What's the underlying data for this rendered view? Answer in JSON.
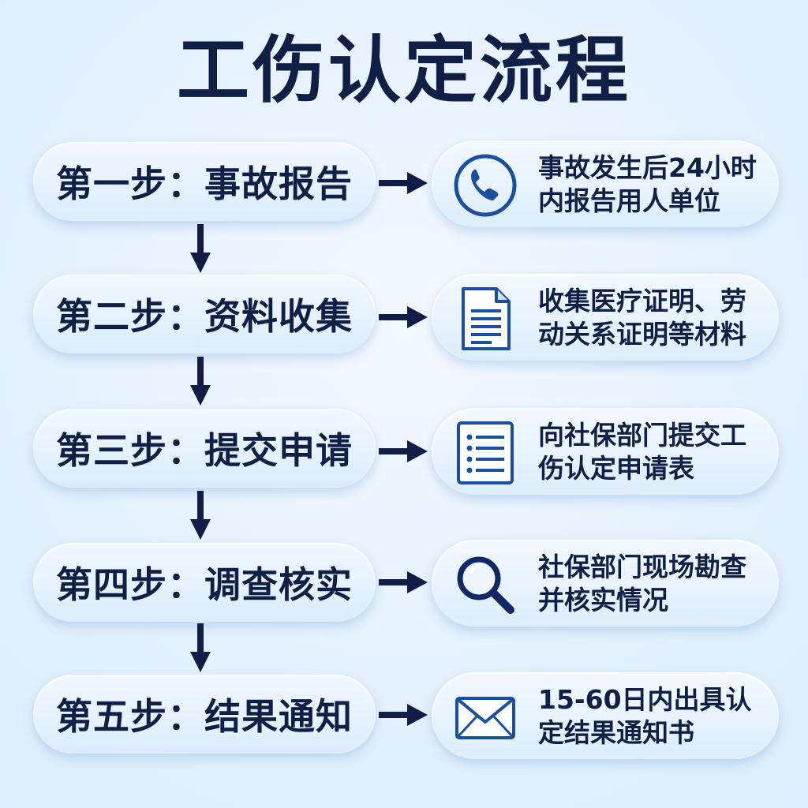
{
  "title": "工伤认定流程",
  "colors": {
    "text": "#0f1f45",
    "icon": "#1a4fa0",
    "arrow": "#111c47"
  },
  "steps": [
    {
      "label": "第一步：事故报告",
      "description": [
        "事故发生后24小时",
        "内报告用人单位"
      ],
      "icon": "phone-icon"
    },
    {
      "label": "第二步：资料收集",
      "description": [
        "收集医疗证明、劳",
        "动关系证明等材料"
      ],
      "icon": "document-icon"
    },
    {
      "label": "第三步：提交申请",
      "description": [
        "向社保部门提交工",
        "伤认定申请表"
      ],
      "icon": "form-list-icon"
    },
    {
      "label": "第四步：调查核实",
      "description": [
        "社保部门现场勘查",
        "并核实情况"
      ],
      "icon": "magnifier-icon"
    },
    {
      "label": "第五步：结果通知",
      "description": [
        "15-60日内出具认",
        "定结果通知书"
      ],
      "icon": "envelope-icon"
    }
  ]
}
